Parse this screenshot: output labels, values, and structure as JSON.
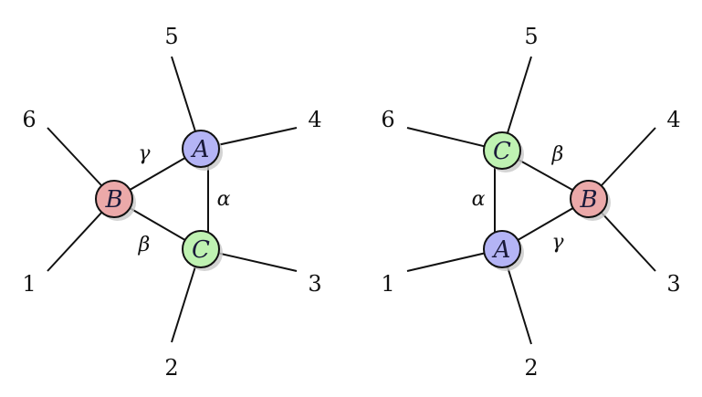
{
  "colors": {
    "A": "#b4b4f5",
    "B": "#eba9a9",
    "C": "#bff2b2",
    "stroke": "#111111"
  },
  "diagrams": [
    {
      "name": "left-diagram",
      "nodes": [
        {
          "id": "A",
          "label": "A"
        },
        {
          "id": "B",
          "label": "B"
        },
        {
          "id": "C",
          "label": "C"
        }
      ],
      "internal_edges": [
        {
          "from": "A",
          "to": "C",
          "label": "α"
        },
        {
          "from": "B",
          "to": "C",
          "label": "β"
        },
        {
          "from": "B",
          "to": "A",
          "label": "γ"
        }
      ],
      "external_legs": [
        {
          "node": "B",
          "label": "6"
        },
        {
          "node": "B",
          "label": "1"
        },
        {
          "node": "A",
          "label": "5"
        },
        {
          "node": "A",
          "label": "4"
        },
        {
          "node": "C",
          "label": "2"
        },
        {
          "node": "C",
          "label": "3"
        }
      ]
    },
    {
      "name": "right-diagram",
      "nodes": [
        {
          "id": "C",
          "label": "C"
        },
        {
          "id": "B",
          "label": "B"
        },
        {
          "id": "A",
          "label": "A"
        }
      ],
      "internal_edges": [
        {
          "from": "C",
          "to": "A",
          "label": "α"
        },
        {
          "from": "C",
          "to": "B",
          "label": "β"
        },
        {
          "from": "A",
          "to": "B",
          "label": "γ"
        }
      ],
      "external_legs": [
        {
          "node": "C",
          "label": "6"
        },
        {
          "node": "C",
          "label": "5"
        },
        {
          "node": "B",
          "label": "4"
        },
        {
          "node": "B",
          "label": "3"
        },
        {
          "node": "A",
          "label": "1"
        },
        {
          "node": "A",
          "label": "2"
        }
      ]
    }
  ]
}
